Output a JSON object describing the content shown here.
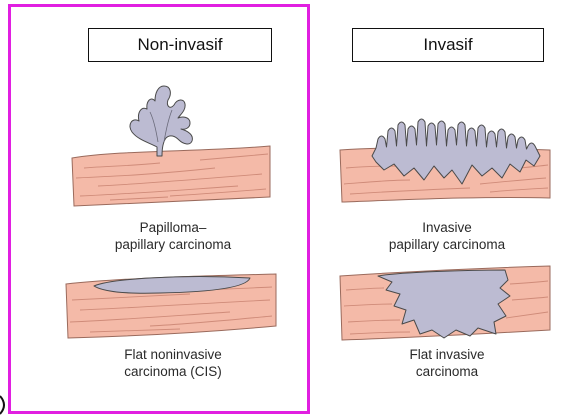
{
  "headers": {
    "non_invasive": "Non-invasif",
    "invasive": "Invasif"
  },
  "panels": {
    "papilloma": {
      "line1": "Papilloma–",
      "line2": "papillary carcinoma"
    },
    "flat_noninvasive": {
      "line1": "Flat noninvasive",
      "line2": "carcinoma (CIS)"
    },
    "invasive_papillary": {
      "line1": "Invasive",
      "line2": "papillary carcinoma"
    },
    "flat_invasive": {
      "line1": "Flat invasive",
      "line2": "carcinoma"
    }
  },
  "colors": {
    "frame_highlight": "#e11fe1",
    "tissue": "#f4baa8",
    "tissue_striation": "#cf8b79",
    "tumor": "#bcbbd2",
    "outline": "#4a4a4a"
  }
}
